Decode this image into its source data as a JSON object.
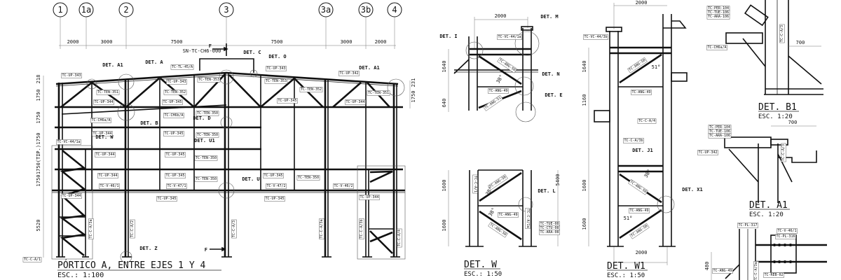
{
  "portico": {
    "title": "PÓRTICO A, ENTRE EJES 1 Y 4",
    "scale": "ESC.: 1:100",
    "axes": [
      "1",
      "1a",
      "2",
      "3",
      "3a",
      "3b",
      "4"
    ],
    "spans": [
      "2000",
      "3000",
      "7500",
      "7500",
      "3000",
      "2000"
    ],
    "level_dims": [
      "218",
      "1750",
      "1750",
      "1750",
      "1750(TIP.)",
      "1750",
      "5520"
    ],
    "right_dims": [
      "231",
      "1750"
    ],
    "section_marks": [
      "F",
      "F"
    ],
    "labels": [
      "DET. A1",
      "DET. A",
      "SN-TC-CH6-000",
      "DET. C",
      "DET. O",
      "TC-TL-45/A",
      "TC-UP-343",
      "TC-UP-343",
      "TC-UP-342",
      "DET. A1",
      "TC-UP-343",
      "TC-TEN-353",
      "TC-TEN-353",
      "TC-TEN-351",
      "TC-TEN-352",
      "TC-TEN-352",
      "TC-TEN-351",
      "TC-UP-344",
      "TC-UP-345",
      "TC-UP-345",
      "TC-UP-344",
      "TC-CH6a/A",
      "TC-CH6b/A",
      "TC-TEN-350",
      "DET. B",
      "DET. D",
      "TC-UP-344",
      "DET. W",
      "TC-UP-345",
      "TC-TEN-350",
      "TC-VC-44/1a",
      "DET. U1",
      "TC-UP-344",
      "TC-UP-345",
      "TC-TEN-350",
      "TC-UP-344",
      "TC-UP-345",
      "TC-TEN-350",
      "DET. U",
      "TC-UP-345",
      "TC-TEN-350",
      "TC-V-46/1",
      "TC-V-47/1",
      "TC-V-47/2",
      "TC-V-46/2",
      "TC-UP-344",
      "TC-UP-345",
      "TC-UP-345",
      "TC-UP-344",
      "TC-C-A/3a",
      "TC-C-A/2",
      "TC-C-A/3",
      "TC-C-A/3a",
      "TC-C-A/3b",
      "TC-C-A/4",
      "DET. Z",
      "TC-C-A/1"
    ]
  },
  "det_m": {
    "labels": [
      "2000",
      "DET. M",
      "DET. I",
      "TC-VC-44/1a",
      "1640",
      "TC-ANG-50",
      "DET. N",
      "38°",
      "TC-ANG-49",
      "DET. E",
      "640",
      "TC-ANG-51"
    ]
  },
  "det_w1": {
    "title": "DET. W1",
    "scale": "ESC.: 1:50",
    "labels": [
      "2000",
      "TC-VC-44/3b",
      "1640",
      "TC-ANG-50",
      "51°",
      "TC-ANG-49",
      "1160",
      "TC-C-A/4",
      "TC-C-A/3b",
      "DET. J1",
      "38°",
      "TC-ANG-50",
      "DET. X1",
      "TC-ANG-49",
      "51°",
      "TC-ANG-50",
      "1600",
      "1600",
      "2000"
    ]
  },
  "det_w": {
    "title": "DET. W",
    "scale": "ESC.: 1:50",
    "labels": [
      "TC-C-A/1",
      "TC-ANG-50",
      "38°",
      "DET. L",
      "5400",
      "1600",
      "1600",
      "38°",
      "TC-ANG-49",
      "TC-C-A/1a",
      "TC-ANG-50",
      "TC-TUE-08",
      "TC-CTU-08",
      "TC-ARA-08"
    ]
  },
  "det_b1": {
    "title": "DET. B1",
    "scale": "ESC. 1:20",
    "labels": [
      "TC-PER-104",
      "TC-TUE-106",
      "TC-ARA-106",
      "TC-C-A/3",
      "700",
      "TC-CH6a/A"
    ]
  },
  "det_a1": {
    "title": "DET. A1",
    "scale": "ESC. 1:20",
    "labels": [
      "700",
      "TC-PER-104",
      "TC-TUE-106",
      "TC-ARA-106",
      "TC-UP-342",
      "TC-C-A/3"
    ]
  },
  "det_bottom": {
    "labels": [
      "TC-PL-317",
      "TC-V-46/1",
      "TC-PL-316",
      "480",
      "TC-ANG-49",
      "TC-C-A/3a",
      "TC-REB-02"
    ]
  }
}
